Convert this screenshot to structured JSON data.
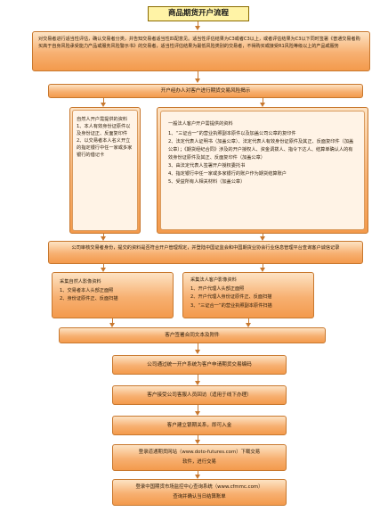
{
  "title": "商品期货开户流程",
  "step_suitability": "对交易者进行适当性评估，确认交易者分类，并告知交易者适当性匹配意见。适当性评估结果为C3或者C3以上，或者评估结果为C3以下同时签署《普通交易者购买高于自身风险承受能力产品或服务风险警示书》的交易者，适当性评估结果为最低风险类别的交易者，不得购买或接受R1风险等级以上的产品或服务",
  "step_disclosure": "开户经办人对客户进行期货交易风险揭示",
  "natural_person": {
    "header": "自然人开户需提供的资料",
    "items": [
      "1、本人有效身份证原件以及身份证正、反面复印件",
      "2、以交易者本人名义开立的指定银行中任一家或多家银行的借记卡"
    ]
  },
  "legal_person": {
    "header": "一般法人客户开户需提供的资料",
    "items": [
      "1、“三证合一”的营业执照副本原件以及加盖公司公章的复印件",
      "2、法定代表人证明书（加盖公章）、法定代表人有效身份证原件及其正、反面复印件（加盖公章）；《期货经纪合同》涉及的开户授权人、资金调拨人、指令下达人、结算单确认人的有效身份证原件及其正、反面复印件（加盖公章）",
      "3、由法定代表人签署开户授权委托书",
      "4、指定银行中任一家或多家银行的账户作为期货结算账户",
      "5、受益所有人相关材料（加盖公章）"
    ]
  },
  "step_verify": "公司审核交易者身份，提交的资料是否符合开户管理规定，并登陆中国证监会和中国期货业协会行业信息管理平台查询客户诚信记录",
  "collect_natural": {
    "header": "采集自然人影像资料",
    "items": [
      "1、交易者本人头部正面照",
      "2、身份证原件正、反面扫描"
    ]
  },
  "collect_legal": {
    "header": "采集法人客户影像资料",
    "items": [
      "1、开户代理人头部正面照",
      "2、开户代理人身份证原件正、反面扫描",
      "3、“三证合一”的营业执照副本原件扫描"
    ]
  },
  "step_sign": "客户签署合同文本及附件",
  "step_code": "公司通过统一开户系统为客户申请期货交易编码",
  "step_callback": "客户接受公司客服人员回访（适用于线下办理）",
  "step_bank": "客户建立银期关系，即可入金",
  "step_trade": [
    "登录道通期货网站（www.doto-futures.com）下载交易",
    "软件，进行交易"
  ],
  "step_query": [
    "登录中国期货市场监控中心查询系统（www.cfmmc.com）",
    "查询并确认当日结算账单"
  ]
}
